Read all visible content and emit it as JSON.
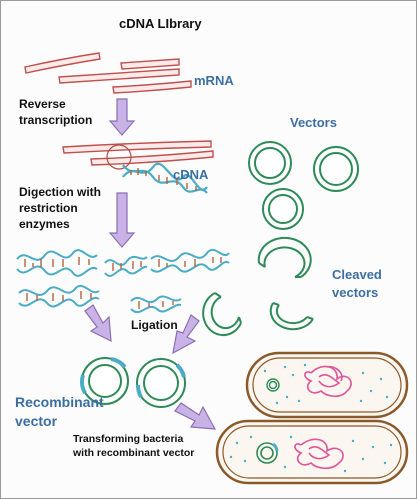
{
  "title": "cDNA LIbrary",
  "labels": {
    "mrna": "mRNA",
    "reverse_transcription_1": "Reverse",
    "reverse_transcription_2": "transcription",
    "vectors": "Vectors",
    "cdna": "cDNA",
    "digestion_1": "Digection with",
    "digestion_2": "restriction",
    "digestion_3": "enzymes",
    "cleaved_1": "Cleaved",
    "cleaved_2": "vectors",
    "ligation": "Ligation",
    "recombinant_1": "Recombinant",
    "recombinant_2": "vector",
    "transforming_1": "Transforming bacteria",
    "transforming_2": "with recombinant vector"
  },
  "colors": {
    "mrna": "#c0504d",
    "dna_blue": "#4bacc6",
    "vector_green": "#2e8b57",
    "arrow_fill": "#c9b3e6",
    "arrow_stroke": "#8a6fb3",
    "bacteria_brown": "#8b5a2b",
    "chromosome_pink": "#e0559a",
    "label_blue": "#3c6ea3"
  }
}
